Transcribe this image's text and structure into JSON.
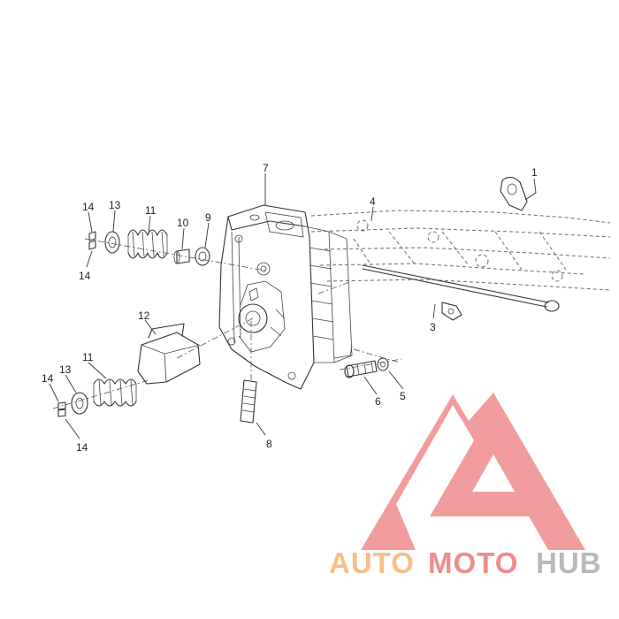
{
  "callouts": {
    "c1": "1",
    "c3": "3",
    "c4": "4",
    "c5": "5",
    "c6": "6",
    "c7": "7",
    "c8": "8",
    "c9": "9",
    "c10": "10",
    "c11a": "11",
    "c11b": "11",
    "c12": "12",
    "c13a": "13",
    "c13b": "13",
    "c14a": "14",
    "c14b": "14",
    "c14c": "14",
    "c14d": "14"
  },
  "watermark": {
    "word_auto": "AUTO",
    "word_moto": "MOTO",
    "word_hub": "HUB",
    "colors": {
      "auto": "#f6c089",
      "moto": "#f08c8c",
      "hub": "#b9b9b9",
      "logo": "#f08c8c"
    }
  }
}
